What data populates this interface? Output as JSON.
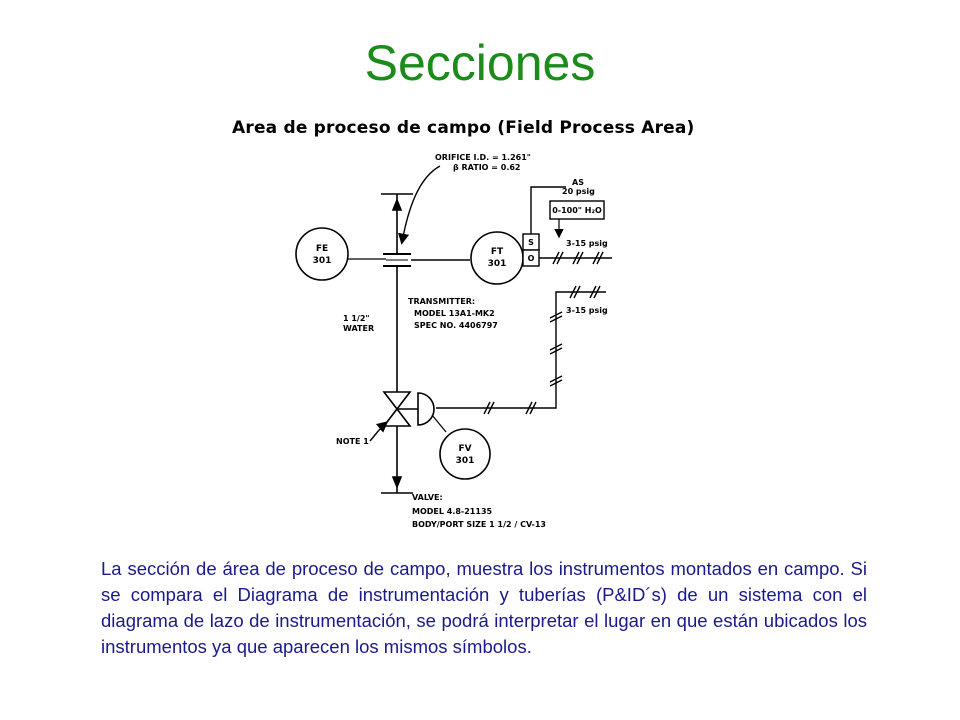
{
  "slide": {
    "title": "Secciones",
    "body": "La sección de área de proceso de campo, muestra los instrumentos montados en campo. Si se compara el Diagrama de instrumentación y tuberías (P&ID´s) de un sistema con el diagrama de lazo de instrumentación, se podrá interpretar el lugar en que están ubicados los instrumentos ya que aparecen los mismos símbolos."
  },
  "diagram": {
    "title": "Area de proceso de campo (Field Process Area)",
    "orifice": {
      "line1": "ORIFICE I.D. = 1.261\"",
      "line2": "β RATIO = 0.62"
    },
    "air_supply": {
      "line1": "AS",
      "line2": "20 psig"
    },
    "range": "0-100\" H₂O",
    "signal_upper": "3-15 psig",
    "signal_lower": "3-15 psig",
    "fe": {
      "tag": "FE",
      "number": "301"
    },
    "ft": {
      "tag": "FT",
      "number": "301",
      "port_s": "S",
      "port_o": "O"
    },
    "fv": {
      "tag": "FV",
      "number": "301"
    },
    "pipe": {
      "line1": "1 1/2\"",
      "line2": "WATER"
    },
    "transmitter": {
      "line1": "TRANSMITTER:",
      "line2": "MODEL 13A1-MK2",
      "line3": "SPEC NO. 4406797"
    },
    "note": "NOTE 1",
    "valve": {
      "line1": "VALVE:",
      "line2": "MODEL 4.8-21135",
      "line3": "BODY/PORT SIZE 1 1/2 / CV-13"
    }
  }
}
